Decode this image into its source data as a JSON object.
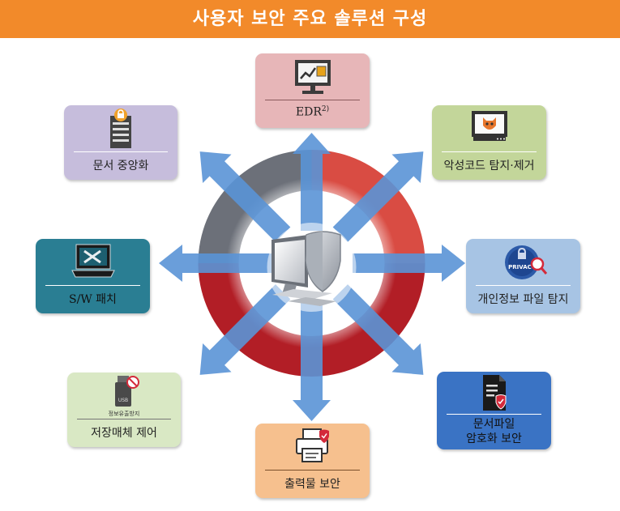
{
  "header": {
    "title": "사용자 보안 주요 솔루션 구성"
  },
  "colors": {
    "banner": "#f28a2a",
    "ring_gray": "#6c7079",
    "ring_red": "#d94c43",
    "ring_darkred": "#b21e26",
    "arrow_blue": "#5a93d6"
  },
  "boxes": {
    "edr": {
      "label": "EDR",
      "sup": "2)",
      "icon": "monitor-chart-icon"
    },
    "doc": {
      "label": "문서 중앙화",
      "icon": "document-lock-icon"
    },
    "mal": {
      "label": "악성코드 탐지·제거",
      "icon": "monitor-malware-icon"
    },
    "sw": {
      "label": "S/W 패치",
      "icon": "laptop-tools-icon"
    },
    "priv": {
      "label": "개인정보 파일 탐지",
      "icon": "privacy-search-icon",
      "badge": "PRIVACY"
    },
    "media": {
      "label": "저장매체 제어",
      "icon": "usb-block-icon",
      "caption": "정보유출방지",
      "usb_text": "USB"
    },
    "enc": {
      "label_line1": "문서파일",
      "label_line2": "암호화 보안",
      "icon": "document-shield-icon"
    },
    "print": {
      "label": "출력물 보안",
      "icon": "printer-shield-icon"
    }
  }
}
